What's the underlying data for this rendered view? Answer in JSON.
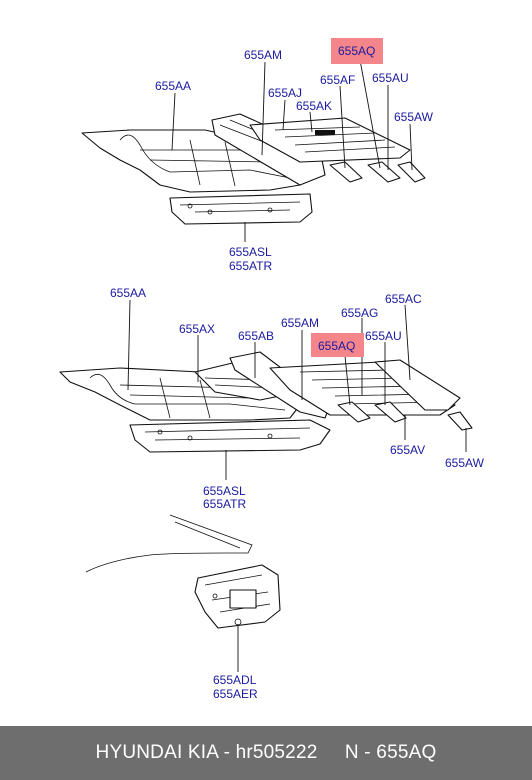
{
  "diagram_1": {
    "labels": {
      "l_655am": "655AM",
      "l_655aq": "655AQ",
      "l_655aa": "655AA",
      "l_655aj": "655AJ",
      "l_655af": "655AF",
      "l_655au": "655AU",
      "l_655ak": "655AK",
      "l_655aw": "655AW",
      "l_655asl": "655ASL",
      "l_655atr": "655ATR"
    }
  },
  "diagram_2": {
    "labels": {
      "l_655aa": "655AA",
      "l_655ac": "655AC",
      "l_655ag": "655AG",
      "l_655ax": "655AX",
      "l_655am": "655AM",
      "l_655ab": "655AB",
      "l_655au": "655AU",
      "l_655aq": "655AQ",
      "l_655av": "655AV",
      "l_655aw": "655AW",
      "l_655asl": "655ASL",
      "l_655atr": "655ATR"
    }
  },
  "diagram_3": {
    "labels": {
      "l_655adl": "655ADL",
      "l_655aer": "655AER"
    }
  },
  "highlight_color": "#f4858a",
  "label_color": "#1a1aa0",
  "footer": {
    "brand": "HYUNDAI KIA - hr505222",
    "part": "N - 655AQ"
  }
}
